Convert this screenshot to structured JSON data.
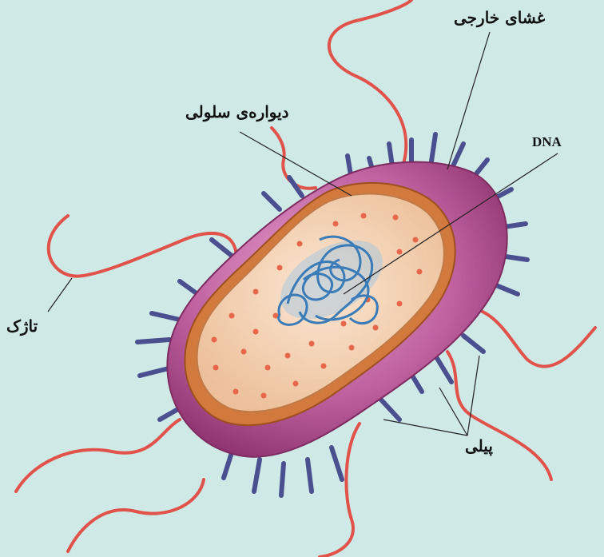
{
  "labels": {
    "outer_membrane": "غشای خارجی",
    "cell_wall": "دیواره‌ی سلولی",
    "dna": "DNA",
    "flagellum": "تاژک",
    "pili": "پیلی"
  },
  "colors": {
    "background": "#cfe9e6",
    "capsule": "#b8508e",
    "cell_wall": "#d27a3e",
    "cytoplasm": "#f2d2b3",
    "dna": "#3a7bb8",
    "flagella": "#e0524a",
    "pili": "#4a4f8f"
  }
}
